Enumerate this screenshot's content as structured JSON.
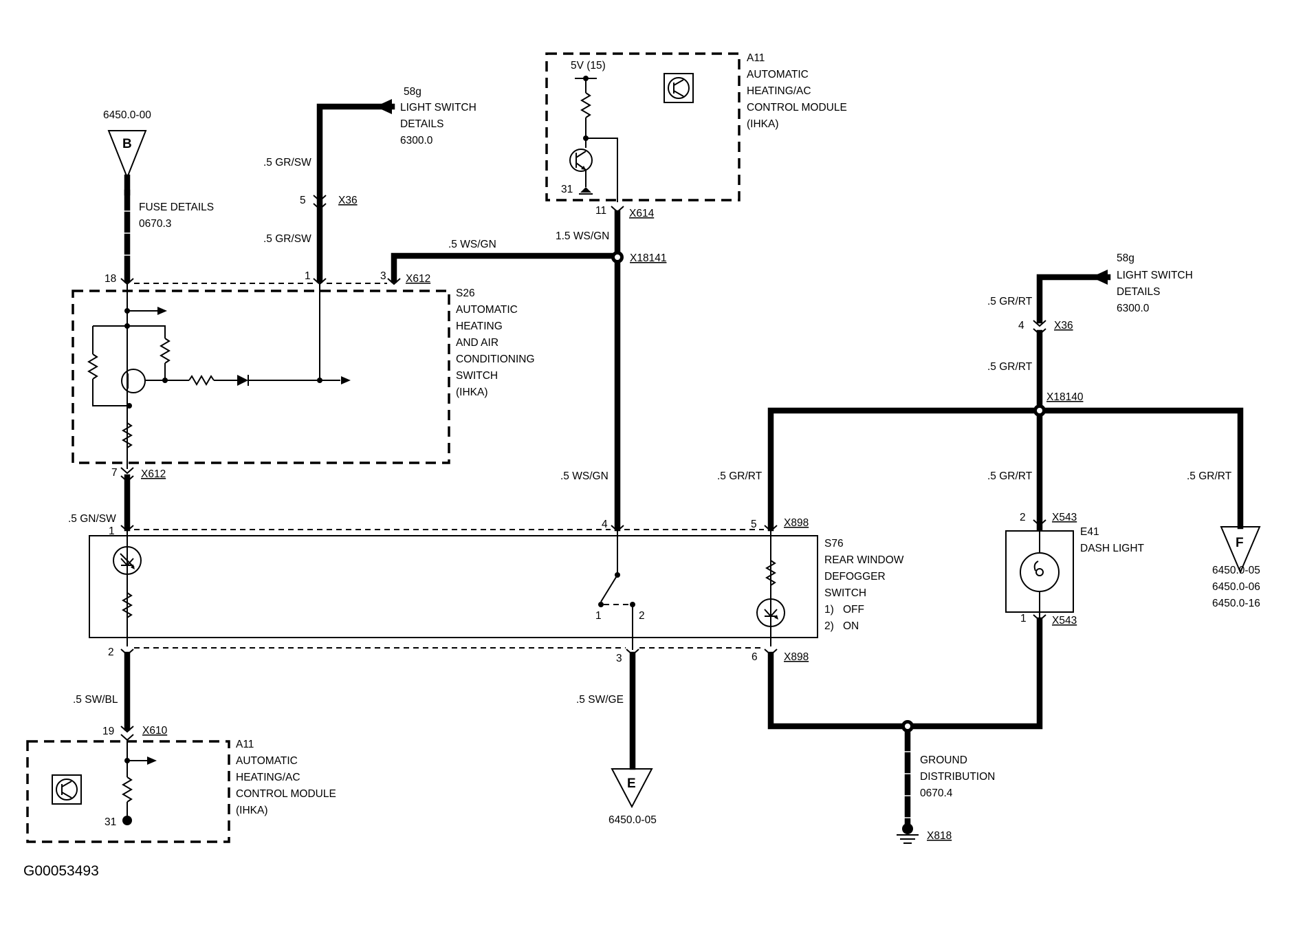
{
  "connectors": {
    "b": {
      "symbol": "B",
      "ref": "6450.0-00"
    },
    "e": {
      "symbol": "E",
      "ref": "6450.0-05"
    },
    "f": {
      "symbol": "F",
      "refs": [
        "6450.0-05",
        "6450.0-06",
        "6450.0-16"
      ]
    }
  },
  "fuse": {
    "label": "FUSE DETAILS",
    "ref": "0670.3"
  },
  "light_switch_left": {
    "code": "58g",
    "line1": "LIGHT SWITCH",
    "line2": "DETAILS",
    "ref": "6300.0"
  },
  "light_switch_right": {
    "code": "58g",
    "line1": "LIGHT SWITCH",
    "line2": "DETAILS",
    "ref": "6300.0"
  },
  "module_top": {
    "id": "A11",
    "lines": [
      "AUTOMATIC",
      "HEATING/AC",
      "CONTROL MODULE",
      "(IHKA)"
    ],
    "voltage": "5V (15)",
    "ground_pin": "31"
  },
  "module_bottom": {
    "id": "A11",
    "lines": [
      "AUTOMATIC",
      "HEATING/AC",
      "CONTROL MODULE",
      "(IHKA)"
    ],
    "ground_pin": "31"
  },
  "s26": {
    "id": "S26",
    "lines": [
      "AUTOMATIC",
      "HEATING",
      "AND AIR",
      "CONDITIONING",
      "SWITCH",
      "(IHKA)"
    ]
  },
  "s76": {
    "id": "S76",
    "lines": [
      "REAR WINDOW",
      "DEFOGGER",
      "SWITCH"
    ],
    "states": [
      {
        "num": "1)",
        "label": "OFF"
      },
      {
        "num": "2)",
        "label": "ON"
      }
    ]
  },
  "e41": {
    "id": "E41",
    "label": "DASH LIGHT"
  },
  "ground": {
    "lines": [
      "GROUND",
      "DISTRIBUTION",
      "0670.4"
    ],
    "point": "X818"
  },
  "wires": {
    "gr_sw_top": ".5 GR/SW",
    "gr_sw_bottom": ".5 GR/SW",
    "ws_gn_top": ".5 WS/GN",
    "ws_gn_15": "1.5 WS/GN",
    "ws_gn_mid": ".5 WS/GN",
    "gr_rt_top": ".5 GR/RT",
    "gr_rt_mid": ".5 GR/RT",
    "gr_rt_left": ".5 GR/RT",
    "gr_rt_center": ".5 GR/RT",
    "gr_rt_right": ".5 GR/RT",
    "gn_sw": ".5 GN/SW",
    "sw_bl": ".5 SW/BL",
    "sw_ge": ".5 SW/GE"
  },
  "connector_ids": {
    "x36_left": "X36",
    "x36_right": "X36",
    "x612_top": "X612",
    "x612_bottom": "X612",
    "x614": "X614",
    "x18141": "X18141",
    "x18140": "X18140",
    "x898_top": "X898",
    "x898_bottom": "X898",
    "x543_top": "X543",
    "x543_bottom": "X543",
    "x610": "X610"
  },
  "pins": {
    "p18": "18",
    "p1_s26": "1",
    "p3_s26": "3",
    "p7_s26": "7",
    "p5_x36": "5",
    "p4_x36": "4",
    "p11_x614": "11",
    "p1_s76": "1",
    "p4_s76": "4",
    "p5_s76": "5",
    "p2_s76": "2",
    "p3_s76": "3",
    "p6_s76": "6",
    "p19_x610": "19",
    "p2_x543": "2",
    "p1_x543": "1",
    "sw1": "1",
    "sw2": "2"
  },
  "figure_id": "G00053493"
}
